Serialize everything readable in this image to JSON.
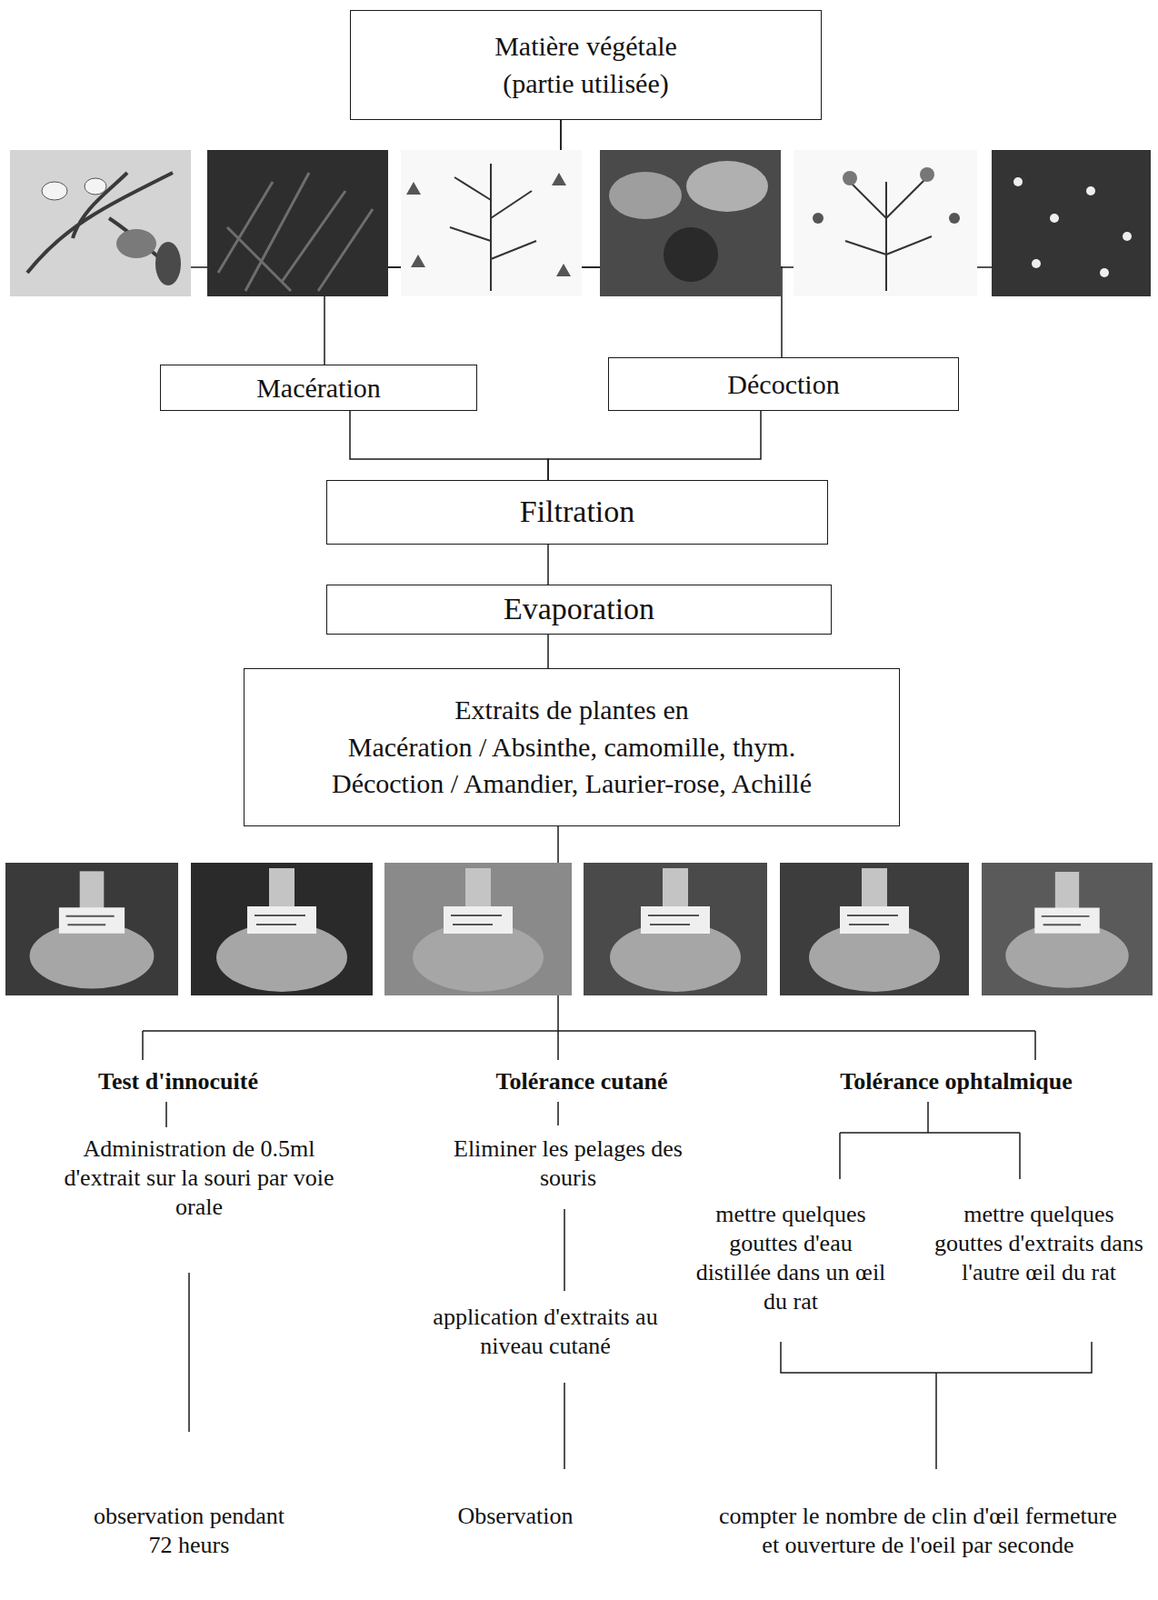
{
  "diagram": {
    "nodes": [
      {
        "text": [
          "Matière végétale (partie utilisée)"
        ]
      },
      {
        "text": [
          "Macération"
        ]
      },
      {
        "text": [
          "Décoction"
        ]
      },
      {
        "text": [
          "Filtration"
        ]
      },
      {
        "text": [
          "Evaporation"
        ]
      },
      {
        "text": [
          "Extraits de plantes en",
          "Macération / Absinthe, camomille, thym.",
          "Décoction / Amandier, Laurier-rose, Achillé"
        ]
      }
    ],
    "edges": [
      {
        "from": 0,
        "to": 1,
        "arrow": "none"
      },
      {
        "from": 0,
        "to": 2,
        "arrow": "none"
      },
      {
        "from": 1,
        "to": 3,
        "arrow": "none"
      },
      {
        "from": 2,
        "to": 3,
        "arrow": "none"
      },
      {
        "from": 3,
        "to": 4,
        "arrow": "none"
      },
      {
        "from": 4,
        "to": 5,
        "arrow": "none"
      }
    ],
    "labels": [
      "Test d'innocuité",
      "Tolérance cutané",
      "Tolérance ophtalmique",
      "Administration de 0.5ml d'extrait sur la souri par voie orale",
      "Eliminer les pelages des souris",
      "mettre quelques gouttes d'eau distillée dans un œil du rat",
      "mettre quelques gouttes d'extraits dans l'autre œil du rat",
      "application d'extraits au niveau cutané",
      "observation pendant 72 heurs",
      "Observation",
      "compter le nombre de clin d'œil fermeture et ouverture de l'oeil par seconde"
    ]
  }
}
